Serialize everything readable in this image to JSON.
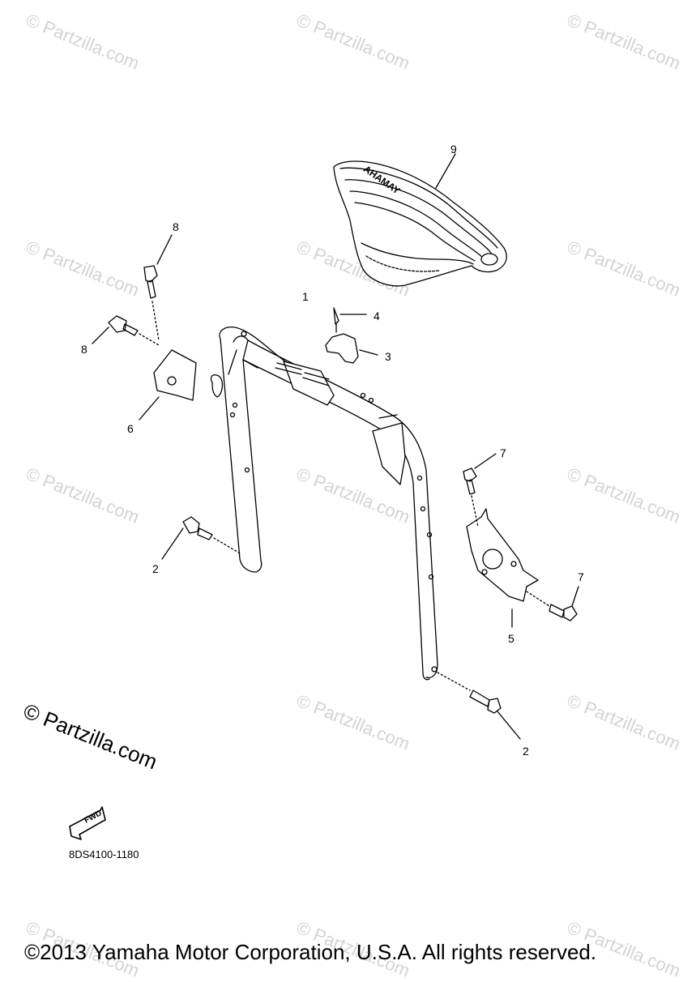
{
  "watermark": "© Partzilla.com",
  "diagram": {
    "callouts": {
      "c1": "1",
      "c2a": "2",
      "c2b": "2",
      "c3": "3",
      "c4": "4",
      "c5": "5",
      "c6": "6",
      "c7a": "7",
      "c7b": "7",
      "c8a": "8",
      "c8b": "8",
      "c9": "9"
    },
    "seat_logo": "YAMAHA",
    "fwd_label": "FWD"
  },
  "brand_mark": "© Partzilla.com",
  "part_code": "8DS4100-1180",
  "copyright": "©2013 Yamaha Motor Corporation, U.S.A. All rights reserved."
}
